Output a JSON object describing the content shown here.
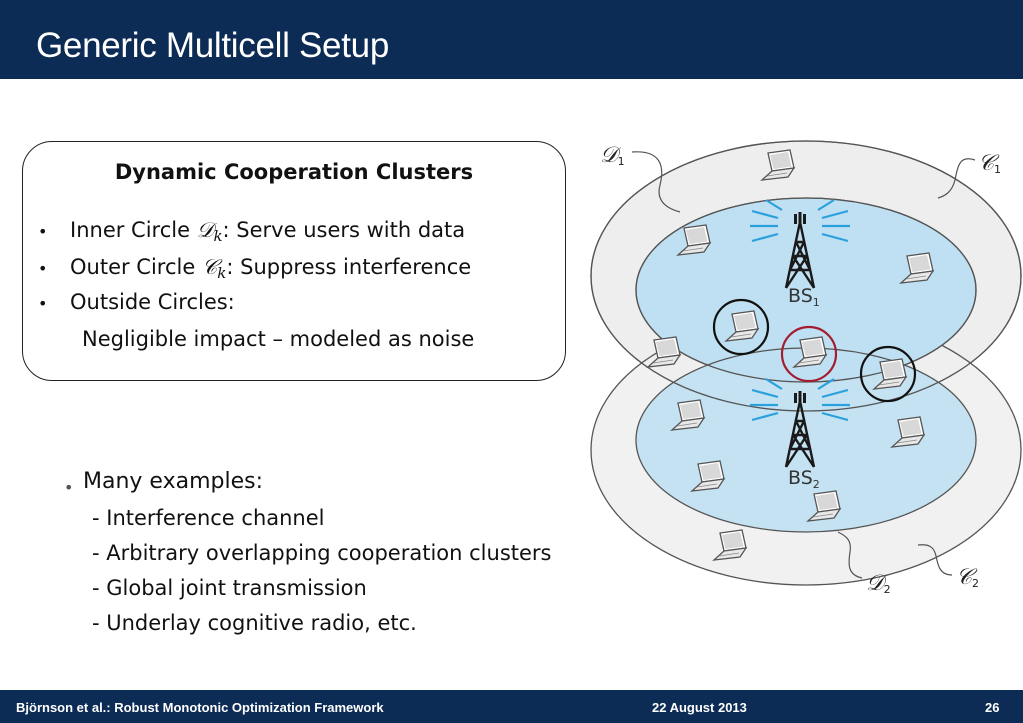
{
  "slide": {
    "title": "Generic Multicell Setup"
  },
  "box": {
    "heading": "Dynamic Cooperation Clusters",
    "items": [
      {
        "prefix": "Inner Circle ",
        "symbol": "𝒟",
        "sub": "k",
        "suffix": ": Serve users with data"
      },
      {
        "prefix": "Outer Circle ",
        "symbol": "𝒞",
        "sub": "k",
        "suffix": ": Suppress interference"
      },
      {
        "prefix": "Outside Circles:",
        "symbol": "",
        "sub": "",
        "suffix": ""
      }
    ],
    "continuation": "Negligible impact – modeled as noise"
  },
  "examples": {
    "heading": "Many examples:",
    "items": [
      "- Interference channel",
      "- Arbitrary overlapping cooperation clusters",
      "- Global joint transmission",
      "- Underlay cognitive radio, etc."
    ]
  },
  "figure": {
    "labels": {
      "d1": "𝒟",
      "d1_sub": "1",
      "c1": "𝒞",
      "c1_sub": "1",
      "d2": "𝒟",
      "d2_sub": "2",
      "c2": "𝒞",
      "c2_sub": "2",
      "bs1": "BS",
      "bs1_sub": "1",
      "bs2": "BS",
      "bs2_sub": "2"
    },
    "colors": {
      "inner_fill": "#bfe0f2",
      "outer_fill": "#eeeeee",
      "highlight_black": "#111111",
      "highlight_red": "#a51c30"
    }
  },
  "footer": {
    "left": "Björnson et al.: Robust Monotonic Optimization Framework",
    "center": "22 August 2013",
    "page": "26"
  }
}
